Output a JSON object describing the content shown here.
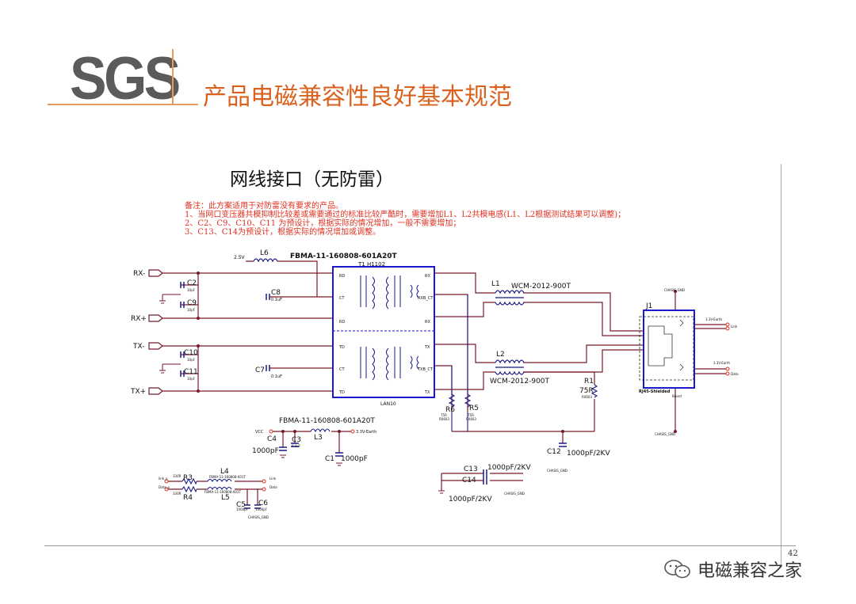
{
  "header": {
    "logo": "SGS",
    "title": "产品电磁兼容性良好基本规范"
  },
  "section": {
    "title": "网线接口（无防雷）"
  },
  "notes": [
    "备注：此方案适用于对防雷没有要求的产品。",
    "1、当网口变压器共模抑制比较差或需要通过的标准比较严酷时，需要增加L1、L2共模电感(L1、L2根据测试结果可以调整)；",
    "2、C2、C9、C10、C11 为预设计，根据实际的情况增加，一般不需要增加；",
    "3、C13、C14为预设计，根据实际的情况增加或调整。"
  ],
  "schematic": {
    "signals": {
      "rx_minus": "RX-",
      "rx_plus": "RX+",
      "tx_minus": "TX-",
      "tx_plus": "TX+"
    },
    "transformer": {
      "part": "FBMA-11-160808-601A20T",
      "ref": "T1 H1102",
      "lan": "LAN10",
      "pins": [
        "RD",
        "CT",
        "RD",
        "TD",
        "CT",
        "TD",
        "RX",
        "RXB_CT",
        "RX",
        "TX",
        "TXB_CT",
        "TX"
      ]
    },
    "L6": {
      "ref": "L6",
      "net": "2.5V"
    },
    "L1": {
      "ref": "L1",
      "part": "WCM-2012-900T"
    },
    "L2": {
      "ref": "L2",
      "part": "WCM-2012-900T"
    },
    "J1": {
      "ref": "J1",
      "name": "RJ45-Shielded",
      "net_top": "CHASIS_GND",
      "net_bottom": "CHASIS_GND",
      "link": "3.3V-Earth",
      "link_label": "Link",
      "data": "3.3V-Earth",
      "data_label": "Data",
      "board": "Board"
    },
    "caps": {
      "C2": "C2",
      "C9": "C9",
      "C10": "C10",
      "C11": "C11",
      "C8": "C8",
      "C7": "C7",
      "c8_val": "0.1uF",
      "c7_val": "0.1uF",
      "small_val": "10pF"
    },
    "R1": {
      "ref": "R1",
      "value": "75R",
      "pkg": "R0603"
    },
    "R5": {
      "ref": "R5",
      "value": "75R",
      "pkg": "R0603"
    },
    "R6": {
      "ref": "R6",
      "value": "75R",
      "pkg": "R0603"
    },
    "C12": {
      "ref": "C12",
      "value": "1000pF/2KV",
      "net": "CHASIS_GND"
    },
    "C13": {
      "ref": "C13",
      "value": "1000pF/2KV"
    },
    "C14": {
      "ref": "C14",
      "value": "1000pF/2KV",
      "net": "CHASIS_GND"
    },
    "L3": {
      "ref": "L3",
      "part": "FBMA-11-160808-601A20T",
      "vcc": "VCC",
      "out": "3.3V-Earth"
    },
    "C4": {
      "ref": "C4",
      "value": "1000pF"
    },
    "C3": {
      "ref": "C3",
      "value": "0.1uF"
    },
    "C1": {
      "ref": "C1",
      "value": "1000pF"
    },
    "led": {
      "R3": "R3",
      "R4": "R4",
      "r_val": "330R",
      "L4": "L4",
      "L5": "L5",
      "bead": "FBMA-11-160808-601T",
      "C5": "C5",
      "C6": "C6",
      "c_val": "1000pF",
      "in_link": "link_o",
      "in_data": "Data_o",
      "out_link": "Link",
      "out_data": "Data",
      "gnd": "CHASIS_GND"
    }
  },
  "footer": {
    "page": "42",
    "watermark": "电磁兼容之家"
  },
  "colors": {
    "wire": "#7a1a2a",
    "box": "#1a1acc",
    "note": "#e03020",
    "accent": "#d9621f",
    "green": "#2a8a2a"
  }
}
